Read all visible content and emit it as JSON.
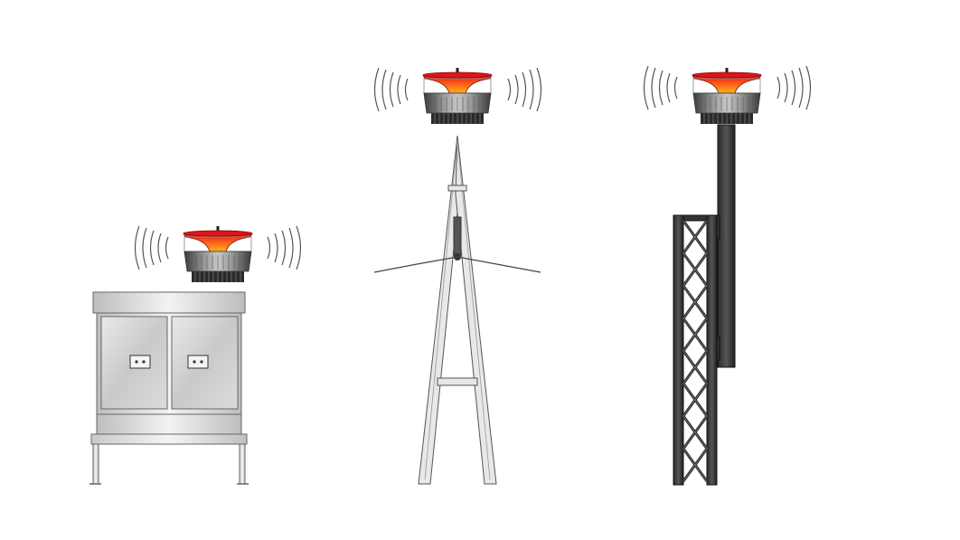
{
  "scene": {
    "background": "#ffffff",
    "colors": {
      "lamp_red": "#e0141a",
      "lamp_glow": "#ffb020",
      "base_dark": "#3a3a3a",
      "base_light": "#9a9a9a",
      "steel_light": "#e6e6e6",
      "steel_dark": "#2f2f2f",
      "wave": "#555555"
    }
  },
  "items": [
    {
      "id": "cabinet-mounted-light",
      "icon": "warning-light-icon",
      "mount": "equipment-cabinet"
    },
    {
      "id": "tower-mounted-light",
      "icon": "warning-light-icon",
      "mount": "transmission-tower"
    },
    {
      "id": "pole-mounted-light",
      "icon": "warning-light-icon",
      "mount": "lattice-mast-with-pole"
    }
  ]
}
